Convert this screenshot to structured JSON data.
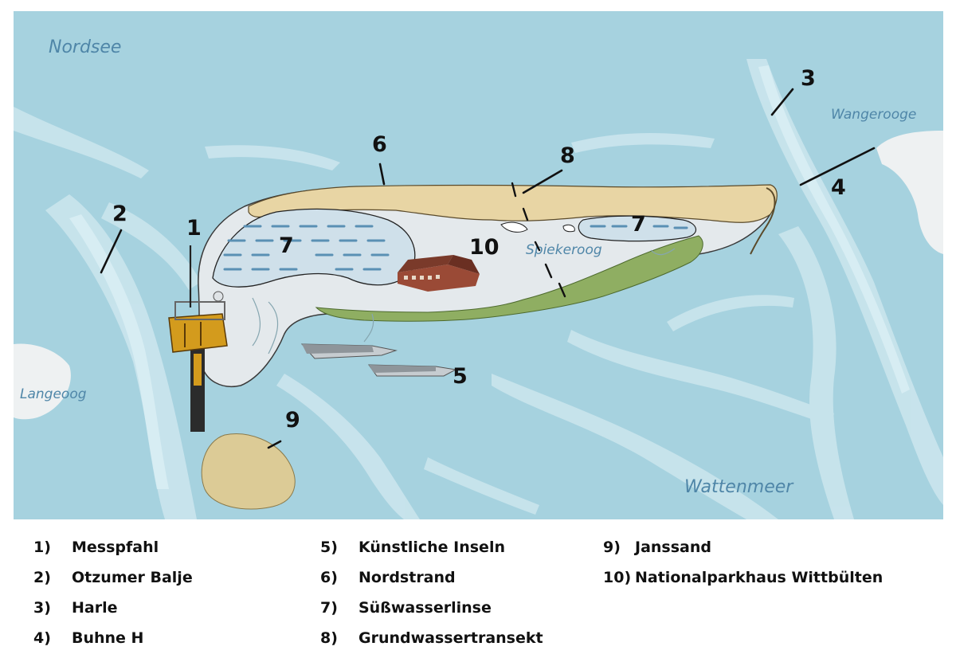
{
  "map": {
    "labels": {
      "nordsee": "Nordsee",
      "wangerooge": "Wangerooge",
      "langeoog": "Langeoog",
      "spiekeroog": "Spiekeroog",
      "wattenmeer": "Wattenmeer"
    },
    "markers": {
      "m1": "1",
      "m2": "2",
      "m3": "3",
      "m4": "4",
      "m5": "5",
      "m6": "6",
      "m7a": "7",
      "m7b": "7",
      "m8": "8",
      "m9": "9",
      "m10": "10"
    },
    "colors": {
      "sea": "#a6d2df",
      "channel": "#d6ecf2",
      "island_interior": "#e4e9ec",
      "dune": "#e8d5a4",
      "salt_marsh": "#8fae62",
      "sandbank": "#dccb96"
    }
  },
  "legend": {
    "col1": [
      {
        "num": "1)",
        "label": "Messpfahl"
      },
      {
        "num": "2)",
        "label": "Otzumer Balje"
      },
      {
        "num": "3)",
        "label": "Harle"
      },
      {
        "num": "4)",
        "label": "Buhne H"
      }
    ],
    "col2": [
      {
        "num": "5)",
        "label": "Künstliche Inseln"
      },
      {
        "num": "6)",
        "label": "Nordstrand"
      },
      {
        "num": "7)",
        "label": "Süßwasserlinse"
      },
      {
        "num": "8)",
        "label": "Grundwassertransekt"
      }
    ],
    "col3": [
      {
        "num": "9)",
        "label": "Janssand"
      },
      {
        "num": "10)",
        "label": "Nationalparkhaus Wittbülten"
      }
    ]
  }
}
